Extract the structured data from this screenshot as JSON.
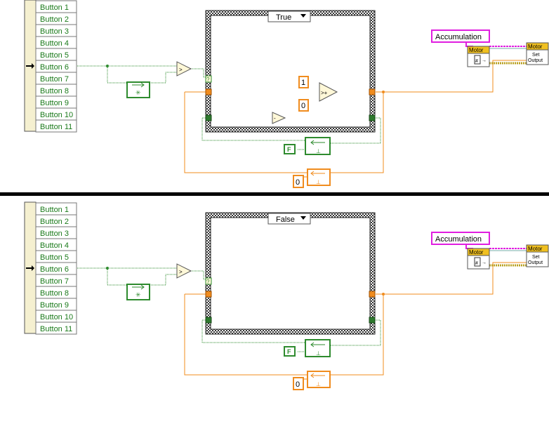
{
  "buttons": [
    "Button 1",
    "Button 2",
    "Button 3",
    "Button 4",
    "Button 5",
    "Button 6",
    "Button 7",
    "Button 8",
    "Button 9",
    "Button 10",
    "Button 11"
  ],
  "panels": [
    {
      "case_label": "True",
      "accumulation_label": "Accumulation",
      "motor_label": "Motor",
      "set_output_label": "Set\nOutput",
      "constant_one": "1",
      "constant_zero": "0",
      "init_zero": "0",
      "false_constant": "F"
    },
    {
      "case_label": "False",
      "accumulation_label": "Accumulation",
      "motor_label": "Motor",
      "set_output_label": "Set\nOutput",
      "init_zero": "0",
      "false_constant": "F"
    }
  ],
  "colors": {
    "green_wire": "#2e8b2e",
    "orange_wire": "#f08c1e",
    "pink_wire": "#e01ee0",
    "divider": "#000000"
  }
}
